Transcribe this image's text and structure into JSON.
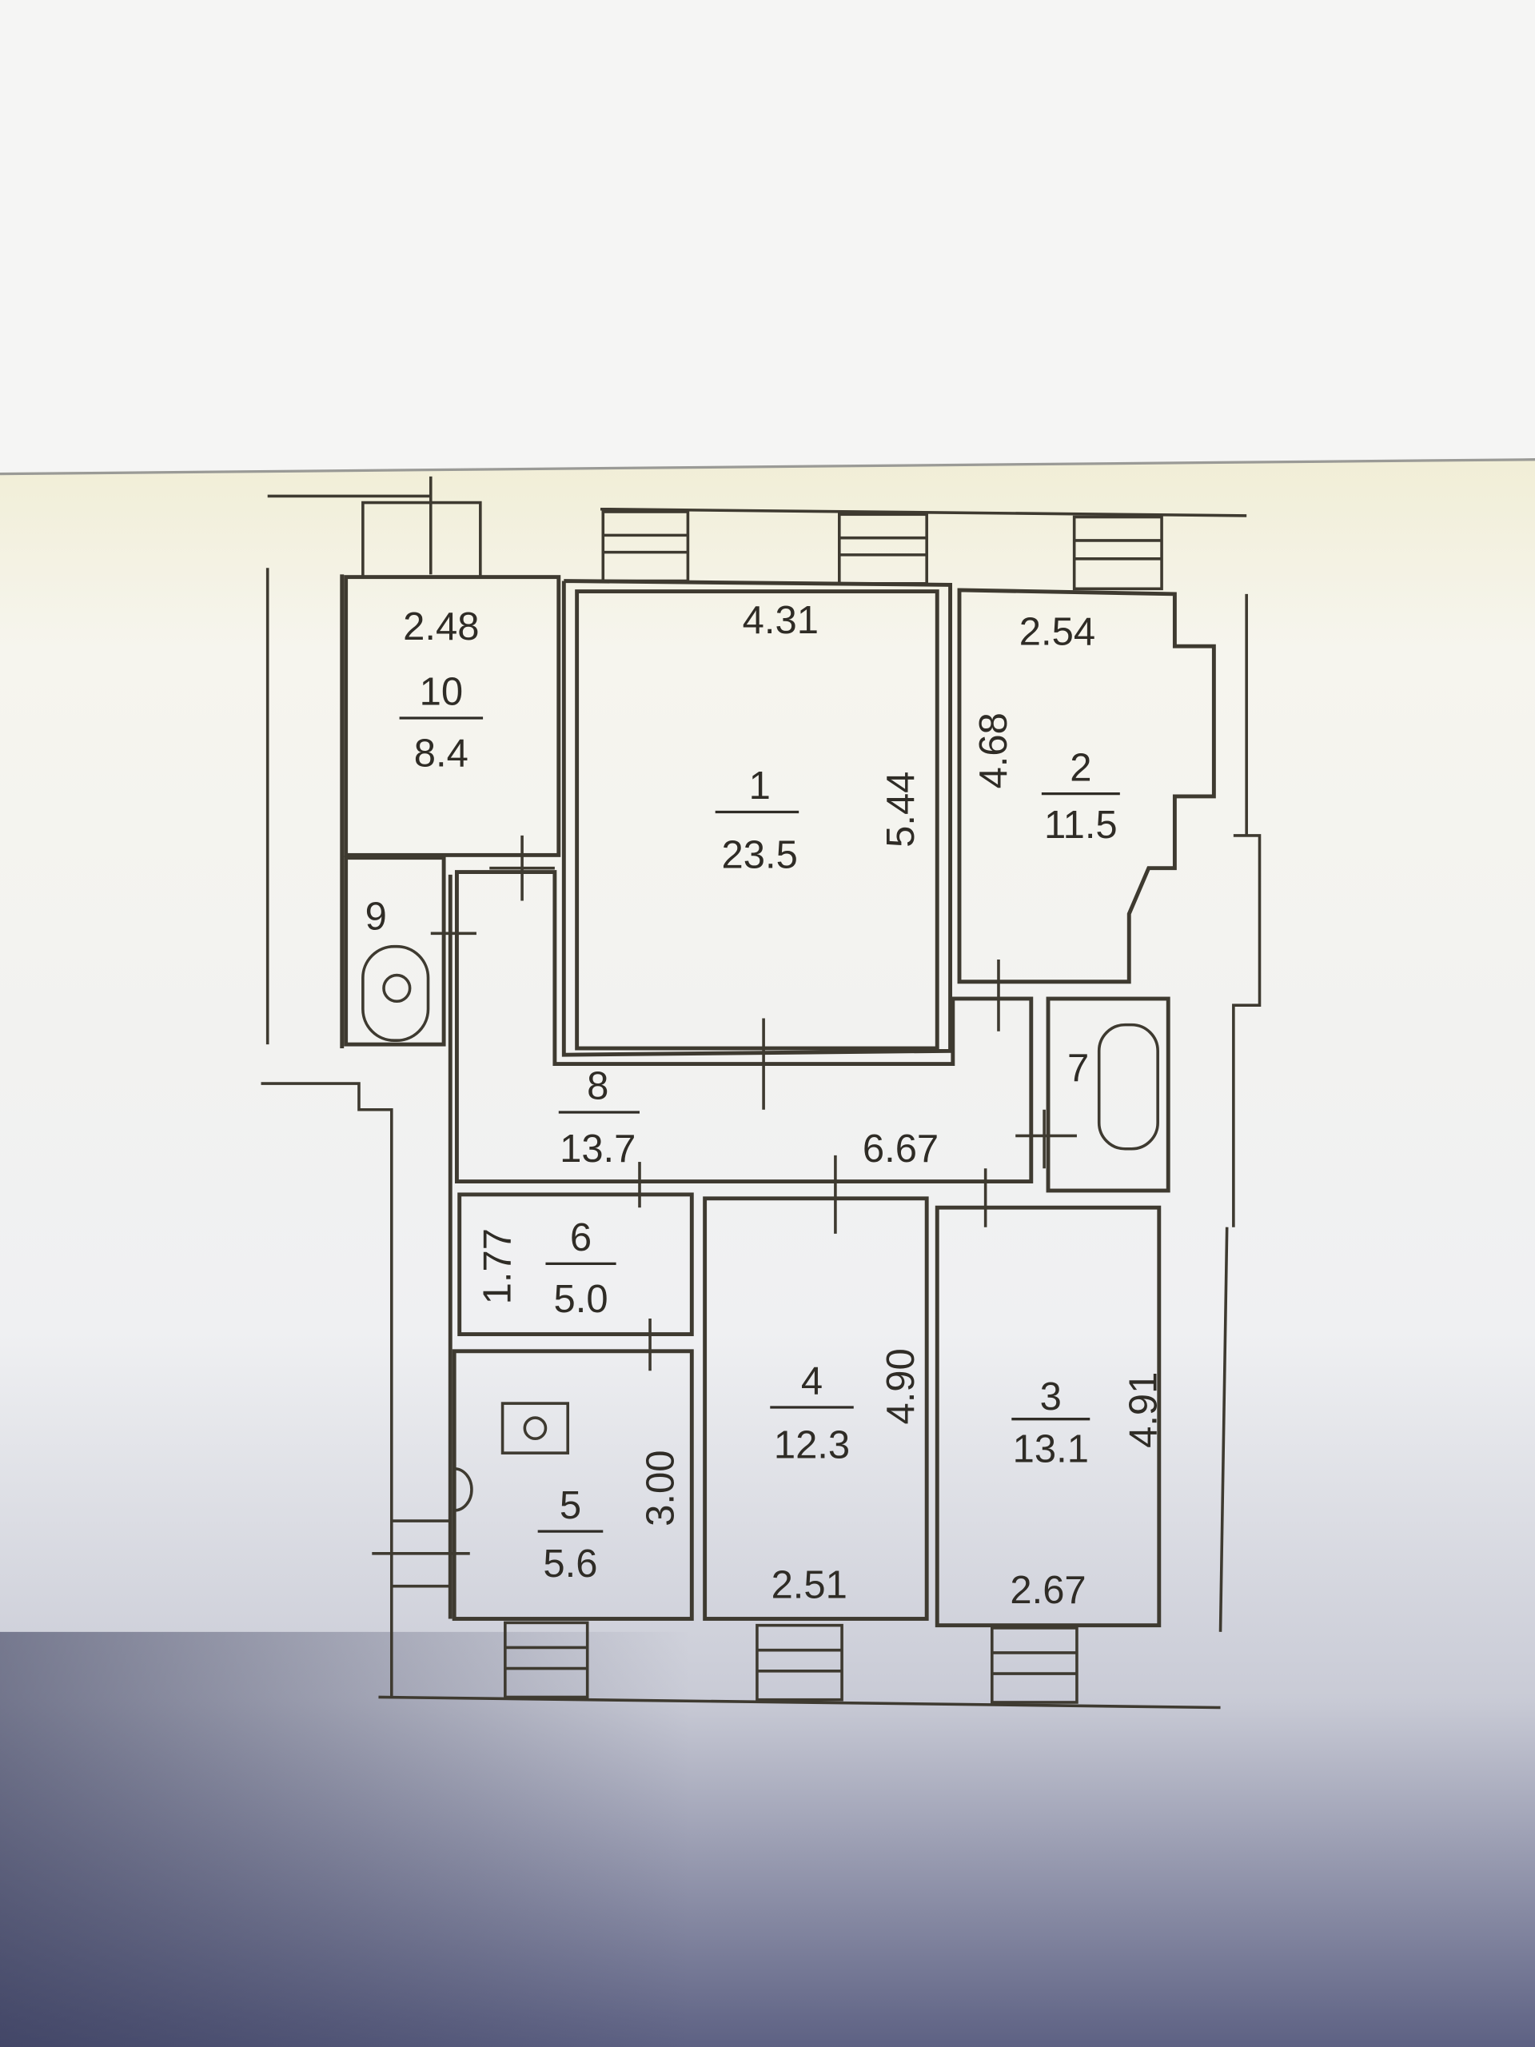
{
  "plan": {
    "rooms": [
      {
        "number": "1",
        "area": "23.5"
      },
      {
        "number": "2",
        "area": "11.5"
      },
      {
        "number": "3",
        "area": "13.1"
      },
      {
        "number": "4",
        "area": "12.3"
      },
      {
        "number": "5",
        "area": "5.6"
      },
      {
        "number": "6",
        "area": "5.0"
      },
      {
        "number": "7"
      },
      {
        "number": "8",
        "area": "13.7"
      },
      {
        "number": "9"
      },
      {
        "number": "10",
        "area": "8.4"
      }
    ],
    "dimensions": {
      "room10_width": "2.48",
      "room1_width": "4.31",
      "room1_length": "5.44",
      "room2_width": "2.54",
      "room2_length": "4.68",
      "room8_length": "6.67",
      "room6_width": "1.77",
      "room5_length": "3.00",
      "room4_length": "4.90",
      "room4_width": "2.51",
      "room3_length": "4.91",
      "room3_width": "2.67"
    }
  },
  "colors": {
    "ink": "#3e3a30",
    "paper": "#f4f4f2",
    "tint": "#f3efd8",
    "shadow": "#3a3e5c"
  }
}
